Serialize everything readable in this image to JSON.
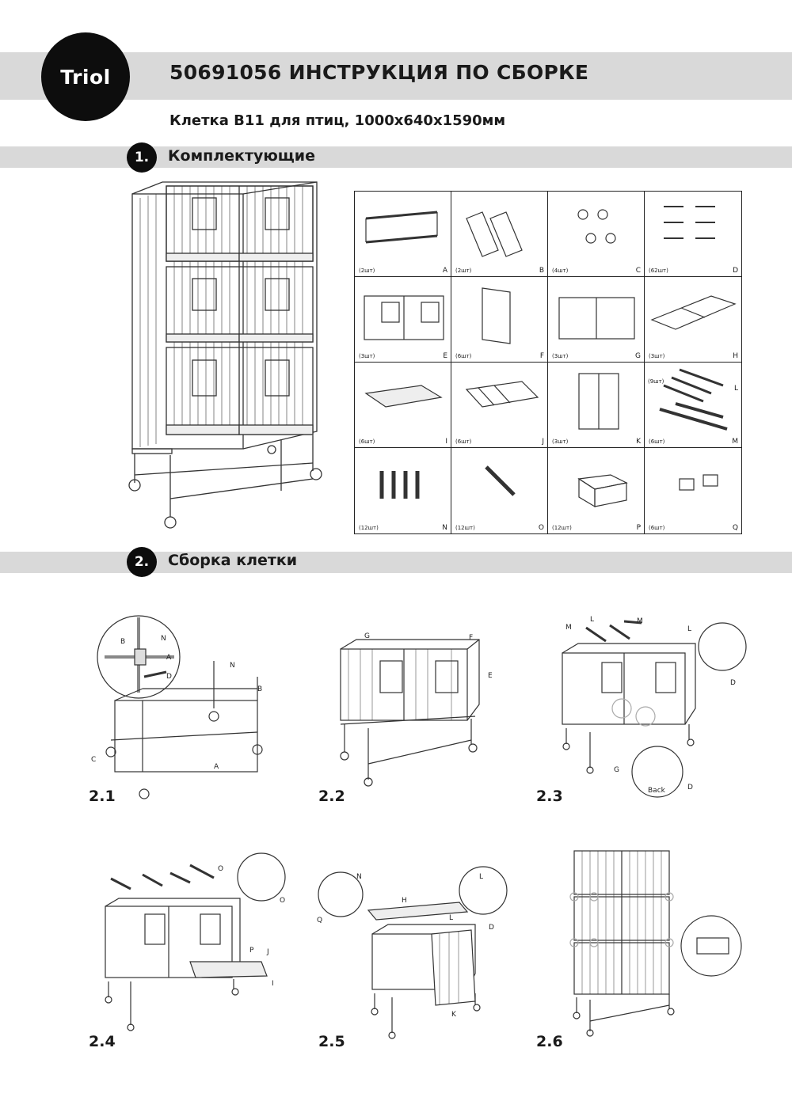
{
  "header": {
    "logo_text": "Triol",
    "title": "50691056 ИНСТРУКЦИЯ ПО СБОРКЕ",
    "subtitle": "Клетка B11 для птиц, 1000x640x1590мм"
  },
  "sections": [
    {
      "number": "1.",
      "title": "Комплектующие"
    },
    {
      "number": "2.",
      "title": "Сборка клетки"
    }
  ],
  "parts": [
    {
      "qty": "(2шт)",
      "letter": "A",
      "icon": "frame-rails"
    },
    {
      "qty": "(2шт)",
      "letter": "B",
      "icon": "side-frames"
    },
    {
      "qty": "(4шт)",
      "letter": "C",
      "icon": "casters"
    },
    {
      "qty": "(62шт)",
      "letter": "D",
      "icon": "bolts"
    },
    {
      "qty": "(3шт)",
      "letter": "E",
      "icon": "front-panel"
    },
    {
      "qty": "(6шт)",
      "letter": "F",
      "icon": "side-panel"
    },
    {
      "qty": "(3шт)",
      "letter": "G",
      "icon": "back-panel"
    },
    {
      "qty": "(3шт)",
      "letter": "H",
      "icon": "top-frame"
    },
    {
      "qty": "(6шт)",
      "letter": "I",
      "icon": "tray"
    },
    {
      "qty": "(6шт)",
      "letter": "J",
      "icon": "grid"
    },
    {
      "qty": "(3шт)",
      "letter": "K",
      "icon": "divider"
    },
    {
      "qty": "(9шт)",
      "letter": "L",
      "icon": "bars-l"
    },
    {
      "qty": "(6шт)",
      "letter": "M",
      "icon": "bars-m"
    },
    {
      "qty": "(12шт)",
      "letter": "N",
      "icon": "connectors"
    },
    {
      "qty": "(12шт)",
      "letter": "O",
      "icon": "perch"
    },
    {
      "qty": "(12шт)",
      "letter": "P",
      "icon": "feeder"
    },
    {
      "qty": "(6шт)",
      "letter": "Q",
      "icon": "clips"
    }
  ],
  "steps": [
    {
      "label": "2.1",
      "callouts": [
        "B",
        "N",
        "A",
        "D",
        "N",
        "B",
        "C",
        "A"
      ]
    },
    {
      "label": "2.2",
      "callouts": [
        "G",
        "F",
        "E"
      ]
    },
    {
      "label": "2.3",
      "callouts": [
        "M",
        "L",
        "M",
        "L",
        "D",
        "G",
        "D",
        "Back"
      ]
    },
    {
      "label": "2.4",
      "callouts": [
        "O",
        "O",
        "P",
        "J",
        "I"
      ]
    },
    {
      "label": "2.5",
      "callouts": [
        "N",
        "Q",
        "H",
        "L",
        "L",
        "D",
        "K"
      ]
    },
    {
      "label": "2.6",
      "callouts": []
    }
  ],
  "colors": {
    "band": "#d9d9d9",
    "logo_bg": "#0d0d0d",
    "line": "#333333"
  }
}
